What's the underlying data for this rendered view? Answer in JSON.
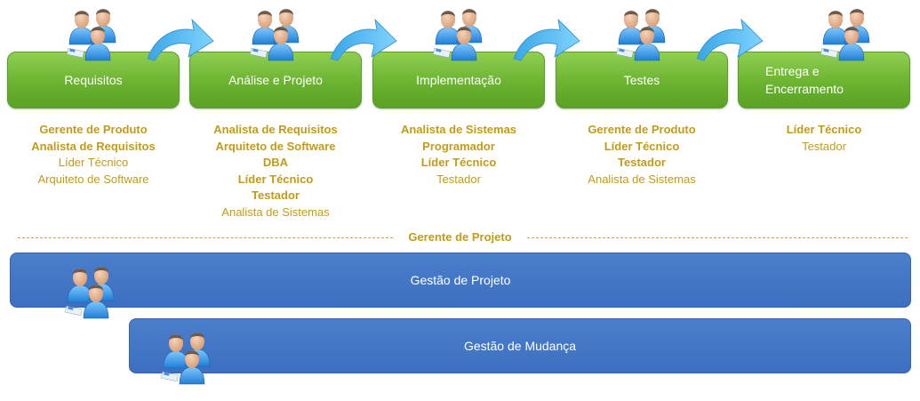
{
  "phases": [
    {
      "label": "Requisitos"
    },
    {
      "label": "Análise e Projeto"
    },
    {
      "label": "Implementação"
    },
    {
      "label": "Testes"
    },
    {
      "label": "Entrega e Encerramento"
    }
  ],
  "roles": [
    {
      "bold": [
        "Gerente de Produto",
        "Analista de Requisitos"
      ],
      "normal": [
        "Líder Técnico",
        "Arquiteto de Software"
      ]
    },
    {
      "bold": [
        "Analista de Requisitos",
        "Arquiteto de Software",
        "DBA",
        "Líder Técnico",
        "Testador"
      ],
      "normal": [
        "Analista de Sistemas"
      ]
    },
    {
      "bold": [
        "Analista de Sistemas",
        "Programador",
        "Líder Técnico"
      ],
      "normal": [
        "Testador"
      ]
    },
    {
      "bold": [
        "Gerente de Produto",
        "Líder Técnico",
        "Testador"
      ],
      "normal": [
        "Analista de Sistemas"
      ]
    },
    {
      "bold": [
        "Líder Técnico"
      ],
      "normal": [
        "Testador"
      ]
    }
  ],
  "separator_label": "Gerente de Projeto",
  "bands": [
    {
      "label": "Gestão de Projeto"
    },
    {
      "label": "Gestão de Mudança"
    }
  ],
  "colors": {
    "phase_green": "#6bb330",
    "band_blue": "#4472c4",
    "role_text": "#c29b18"
  },
  "icons": [
    "people-group-icon",
    "curved-arrow-icon"
  ]
}
